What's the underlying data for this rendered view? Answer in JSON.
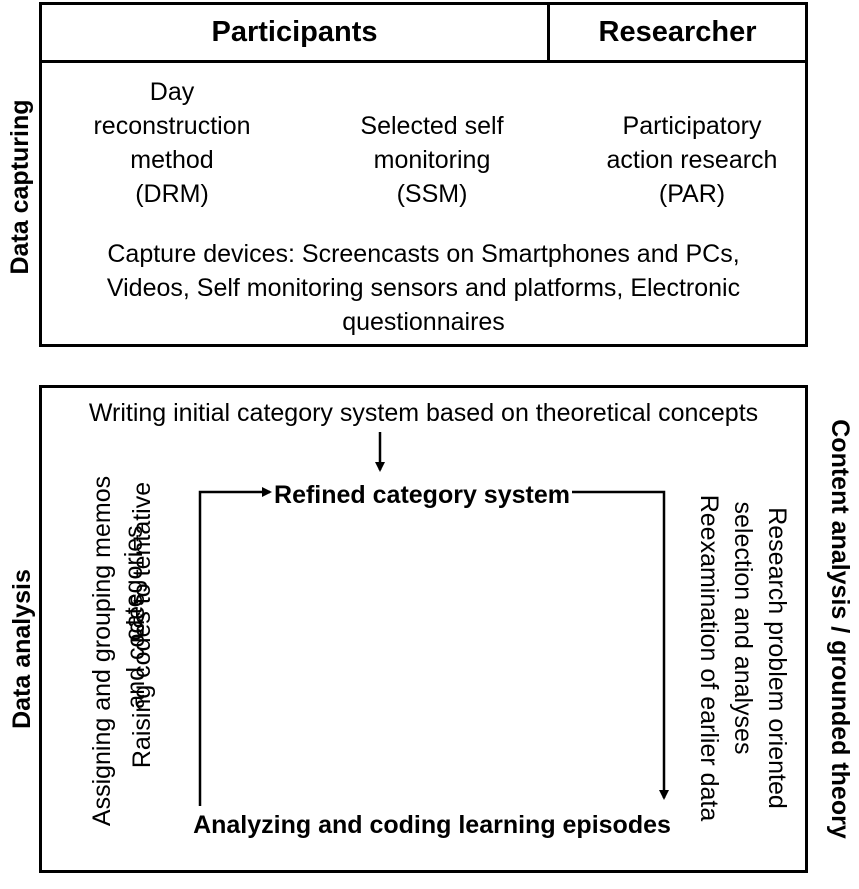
{
  "top_section": {
    "side_label": "Data capturing",
    "header": {
      "participants": "Participants",
      "researcher": "Researcher"
    },
    "methods": [
      {
        "line1": "Day",
        "line2": "reconstruction",
        "line3": "method",
        "line4": "(DRM)"
      },
      {
        "line1": "Selected self",
        "line2": "monitoring",
        "line3": "(SSM)"
      },
      {
        "line1": "Participatory",
        "line2": "action research",
        "line3": "(PAR)"
      }
    ],
    "devices": {
      "line1": "Capture devices: Screencasts on Smartphones and PCs,",
      "line2": "Videos, Self monitoring sensors and platforms, Electronic",
      "line3": "questionnaires"
    }
  },
  "bottom_section": {
    "side_label_left": "Data analysis",
    "side_label_right": "Content analysis / grounded theory",
    "top_text": "Writing initial category system based on theoretical concepts",
    "refined": "Refined category system",
    "analyzing": "Analyzing and coding learning episodes",
    "left_texts": {
      "assigning_line1": "Assigning and grouping memos",
      "assigning_line2": "and codes",
      "raising_line1": "Raising codes to tentative",
      "raising_line2": "categories"
    },
    "right_texts": {
      "research_line1": "Research problem oriented",
      "research_line2": "selection and analyses",
      "reexam": "Reexamination of earlier data"
    }
  }
}
